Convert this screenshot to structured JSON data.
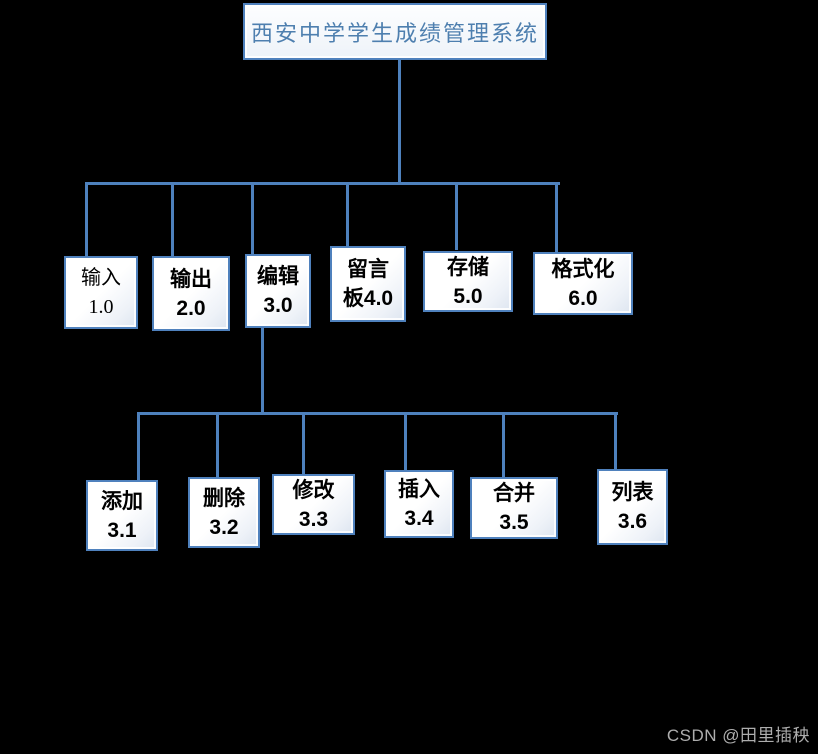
{
  "page": {
    "background": "#000000"
  },
  "diagram": {
    "root": {
      "label": "西安中学学生成绩管理系统"
    },
    "level2": [
      {
        "name": "input",
        "lines": [
          "输入",
          "1.0"
        ]
      },
      {
        "name": "output",
        "lines": [
          "输出",
          "2.0"
        ]
      },
      {
        "name": "edit",
        "lines": [
          "编辑",
          "3.0"
        ]
      },
      {
        "name": "message-board",
        "lines": [
          "留言",
          "板4.0"
        ]
      },
      {
        "name": "storage",
        "lines": [
          "存储",
          "5.0"
        ]
      },
      {
        "name": "format",
        "lines": [
          "格式化",
          "6.0"
        ]
      }
    ],
    "level3": [
      {
        "name": "add",
        "lines": [
          "添加",
          "3.1"
        ]
      },
      {
        "name": "delete",
        "lines": [
          "删除",
          "3.2"
        ]
      },
      {
        "name": "modify",
        "lines": [
          "修改",
          "3.3"
        ]
      },
      {
        "name": "insert",
        "lines": [
          "插入",
          "3.4"
        ]
      },
      {
        "name": "merge",
        "lines": [
          "合并",
          "3.5"
        ]
      },
      {
        "name": "list",
        "lines": [
          "列表",
          "3.6"
        ]
      }
    ]
  },
  "colors": {
    "connector": "#4E81BD",
    "node_border": "#4F81BD",
    "title_text": "#4E7FAF",
    "node_text": "#000000",
    "watermark": "#ADADAD"
  },
  "watermark": {
    "text": "CSDN @田里插秧"
  }
}
